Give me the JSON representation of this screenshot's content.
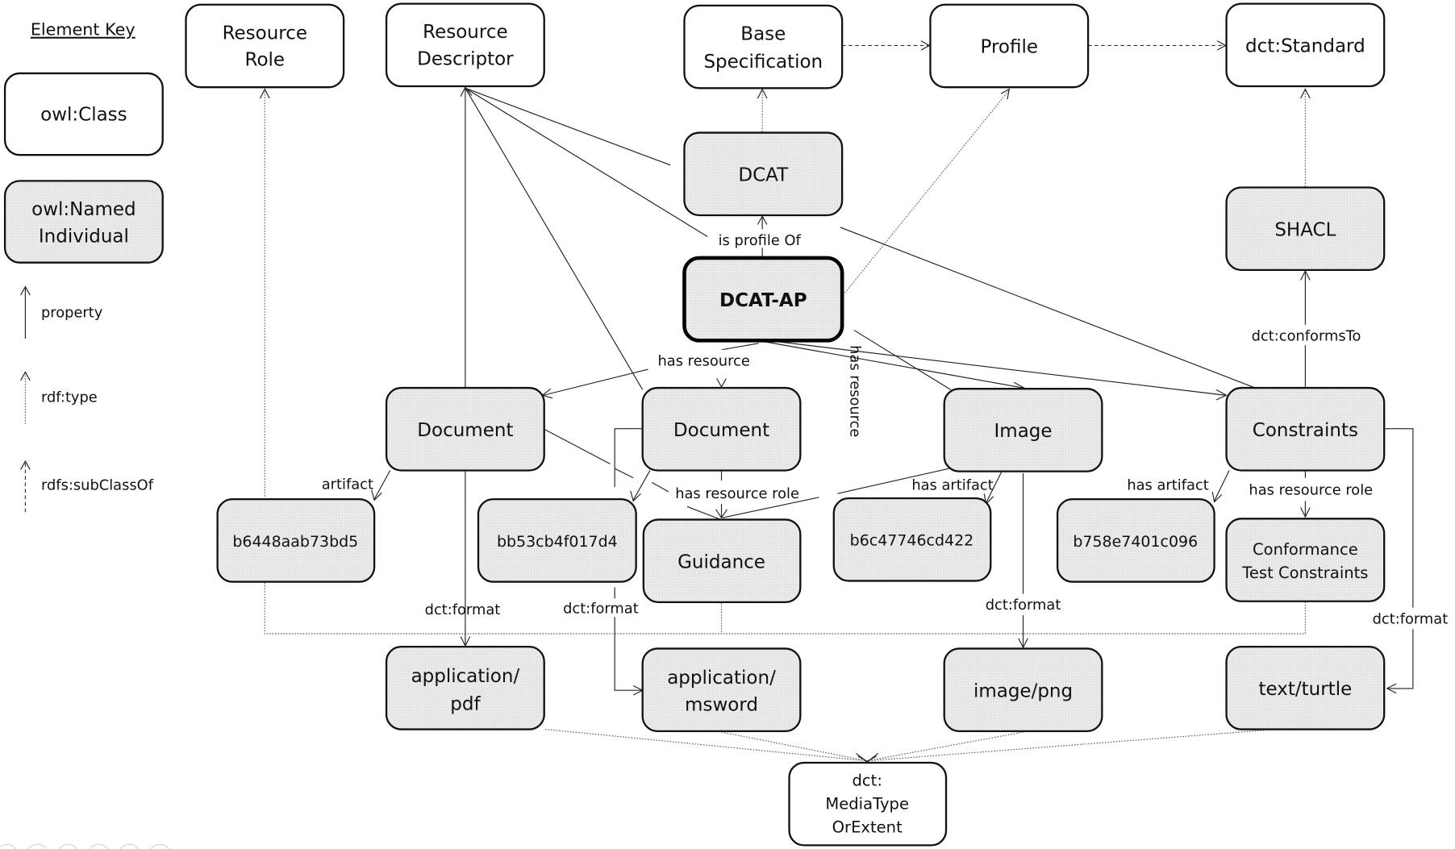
{
  "key": {
    "title": "Element Key",
    "class_label": "owl:Class",
    "individual_label": [
      "owl:Named",
      "Individual"
    ],
    "edge_types": [
      {
        "label": "property",
        "style": "solid"
      },
      {
        "label": "rdf:type",
        "style": "dotted"
      },
      {
        "label": "rdfs:subClassOf",
        "style": "dashed"
      }
    ]
  },
  "nodes": [
    {
      "id": "resource-role",
      "kind": "class",
      "lines": [
        "Resource",
        "Role"
      ]
    },
    {
      "id": "resource-descriptor",
      "kind": "class",
      "lines": [
        "Resource",
        "Descriptor"
      ]
    },
    {
      "id": "base-specification",
      "kind": "class",
      "lines": [
        "Base",
        "Specification"
      ]
    },
    {
      "id": "profile",
      "kind": "class",
      "lines": [
        "Profile"
      ]
    },
    {
      "id": "dct-standard",
      "kind": "class",
      "lines": [
        "dct:Standard"
      ]
    },
    {
      "id": "dcat",
      "kind": "individual",
      "lines": [
        "DCAT"
      ]
    },
    {
      "id": "shacl",
      "kind": "individual",
      "lines": [
        "SHACL"
      ]
    },
    {
      "id": "dcat-ap",
      "kind": "focus",
      "lines": [
        "DCAT-AP"
      ]
    },
    {
      "id": "document-1",
      "kind": "individual",
      "lines": [
        "Document"
      ]
    },
    {
      "id": "document-2",
      "kind": "individual",
      "lines": [
        "Document"
      ]
    },
    {
      "id": "image",
      "kind": "individual",
      "lines": [
        "Image"
      ]
    },
    {
      "id": "constraints",
      "kind": "individual",
      "lines": [
        "Constraints"
      ]
    },
    {
      "id": "artifact-b6448",
      "kind": "individual",
      "lines": [
        "b6448aab73bd5"
      ]
    },
    {
      "id": "artifact-bb53c",
      "kind": "individual",
      "lines": [
        "bb53cb4f017d4"
      ]
    },
    {
      "id": "guidance",
      "kind": "individual",
      "lines": [
        "Guidance"
      ]
    },
    {
      "id": "artifact-b6c47",
      "kind": "individual",
      "lines": [
        "b6c47746cd422"
      ]
    },
    {
      "id": "artifact-b758e",
      "kind": "individual",
      "lines": [
        "b758e7401c096"
      ]
    },
    {
      "id": "conformance-test-constraints",
      "kind": "individual",
      "lines": [
        "Conformance",
        "Test Constraints"
      ]
    },
    {
      "id": "application-pdf",
      "kind": "individual",
      "lines": [
        "application/",
        "pdf"
      ]
    },
    {
      "id": "application-msword",
      "kind": "individual",
      "lines": [
        "application/",
        "msword"
      ]
    },
    {
      "id": "image-png",
      "kind": "individual",
      "lines": [
        "image/png"
      ]
    },
    {
      "id": "text-turtle",
      "kind": "individual",
      "lines": [
        "text/turtle"
      ]
    },
    {
      "id": "dct-mediatype",
      "kind": "class",
      "lines": [
        "dct:",
        "MediaType",
        "OrExtent"
      ]
    }
  ],
  "edge_labels": {
    "is_profile_of": "is profile Of",
    "has_resource_left": "has resource",
    "has_resource_vertical": "has resource",
    "artifact": "artifact",
    "has_resource_role_mid": "has resource role",
    "has_artifact_image": "has artifact",
    "has_artifact_constraints": "has artifact",
    "has_resource_role_right": "has resource role",
    "conforms_to": "dct:conformsTo",
    "format_pdf": "dct:format",
    "format_msword": "dct:format",
    "format_png": "dct:format",
    "format_turtle": "dct:format"
  }
}
